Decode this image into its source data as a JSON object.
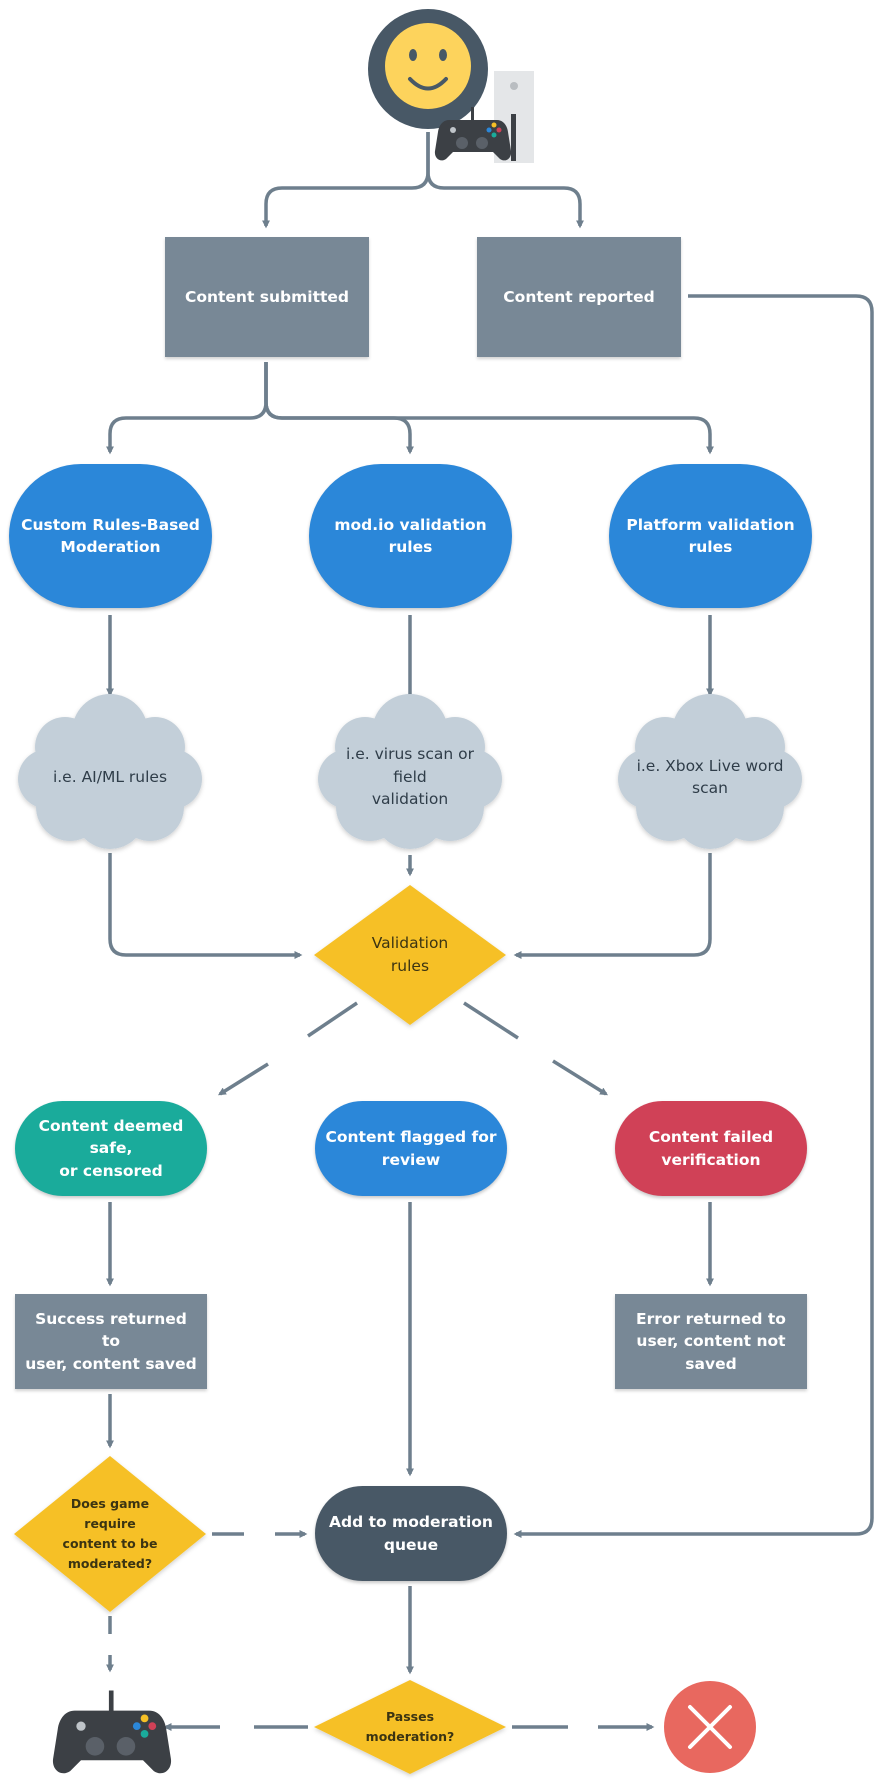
{
  "colors": {
    "connector": "#6e7f8d",
    "process_box": "#788896",
    "rule_node": "#2b87d9",
    "cloud": "#c3cfd9",
    "decision": "#f6c026",
    "safe": "#1aab9b",
    "failed": "#d04157",
    "queue": "#485866",
    "reject": "#e8685f"
  },
  "icons": {
    "user": "smiley-face-icon",
    "console": "game-console-icon",
    "controller": "game-controller-icon",
    "reject": "close-icon"
  },
  "nodes": {
    "content_submitted": "Content submitted",
    "content_reported": "Content reported",
    "custom_rules": [
      "Custom Rules-Based",
      "Moderation"
    ],
    "modio_rules": "mod.io validation rules",
    "platform_rules": [
      "Platform validation",
      "rules"
    ],
    "ai_ml": "i.e. AI/ML rules",
    "virus_scan": [
      "i.e. virus scan or field",
      "validation"
    ],
    "xbox_scan": [
      "i.e. Xbox Live word",
      "scan"
    ],
    "validation_rules": [
      "Validation",
      "rules"
    ],
    "content_safe": [
      "Content deemed safe,",
      "or censored"
    ],
    "content_flagged": [
      "Content flagged for",
      "review"
    ],
    "content_failed": [
      "Content failed",
      "verification"
    ],
    "success_returned": [
      "Success returned to",
      "user, content saved"
    ],
    "error_returned": [
      "Error returned to",
      "user, content not",
      "saved"
    ],
    "require_moderation": [
      "Does game",
      "require",
      "content to be",
      "moderated?"
    ],
    "moderation_queue": [
      "Add to moderation",
      "queue"
    ],
    "passes_moderation": [
      "Passes",
      "moderation?"
    ]
  }
}
